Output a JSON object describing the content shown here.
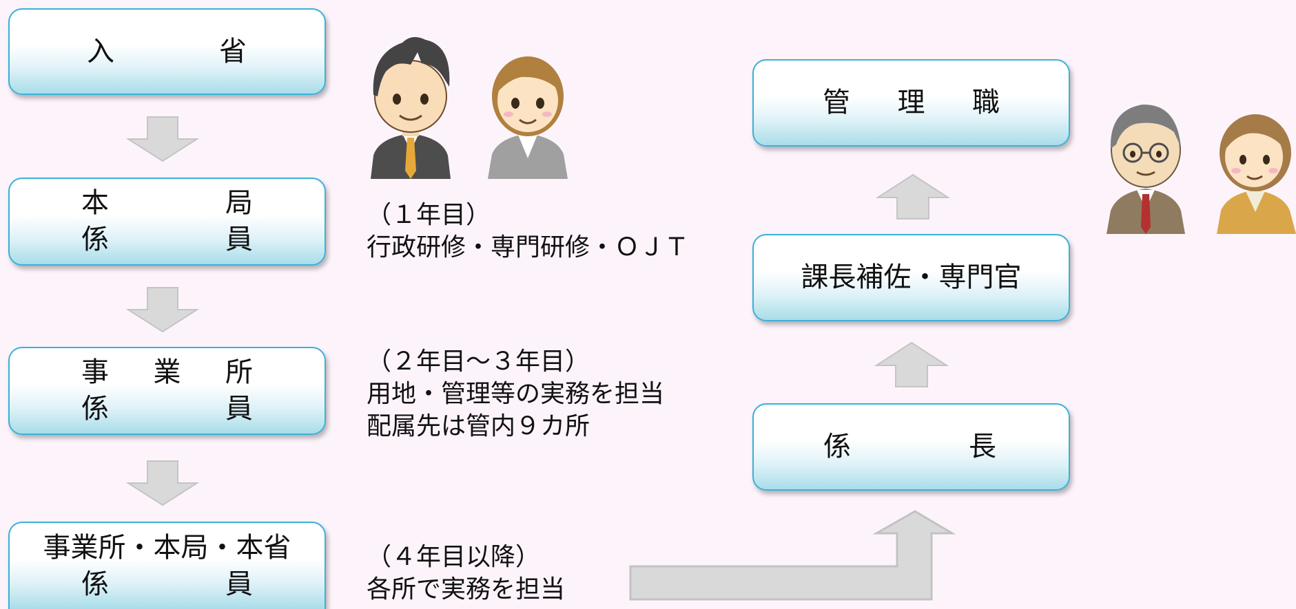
{
  "colors": {
    "box_border": "#39b1d8",
    "arrow_fill": "#d9d9d9",
    "arrow_stroke": "#c2c2c2",
    "background": "#fdf4fb"
  },
  "left_column": {
    "box1": [
      "入",
      "省"
    ],
    "box2": {
      "line1": [
        "本",
        "局"
      ],
      "line2": [
        "係",
        "員"
      ]
    },
    "box3": {
      "line1": [
        "事",
        "業",
        "所"
      ],
      "line2": [
        "係",
        "員"
      ]
    },
    "box4": {
      "line1": "事業所・本局・本省",
      "line2": [
        "係",
        "員"
      ]
    }
  },
  "notes": {
    "year1": {
      "period": "（１年目）",
      "detail": "行政研修・専門研修・ＯＪＴ"
    },
    "year2_3": {
      "period": "（２年目～３年目）",
      "detail1": "用地・管理等の実務を担当",
      "detail2": "配属先は管内９カ所"
    },
    "year4": {
      "period": "（４年目以降）",
      "detail": "各所で実務を担当"
    }
  },
  "right_column": {
    "manager": [
      "管",
      "理",
      "職"
    ],
    "deputy": "課長補佐・専門官",
    "chief": [
      "係",
      "長"
    ]
  },
  "icons": [
    "young-man-icon",
    "young-woman-icon",
    "senior-man-icon",
    "senior-woman-icon",
    "down-arrow-icon",
    "up-arrow-icon",
    "elbow-arrow-icon"
  ]
}
